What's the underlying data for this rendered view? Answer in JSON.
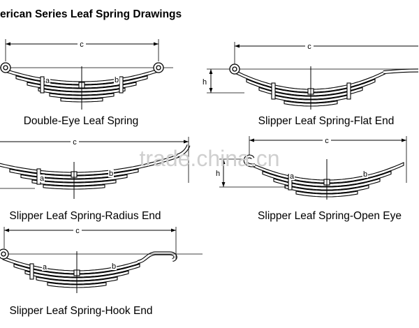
{
  "title": "erican Series Leaf Spring Drawings",
  "watermark": "trade.china.cn",
  "colors": {
    "line": "#000000",
    "watermark": "#cfcfcf",
    "background": "#ffffff"
  },
  "drawings": [
    {
      "caption": "Double-Eye Leaf Spring",
      "labels": {
        "c": "c",
        "a": "a",
        "b": "b"
      }
    },
    {
      "caption": "Slipper Leaf Spring-Flat End",
      "labels": {
        "c": "c",
        "h": "h"
      }
    },
    {
      "caption": "Slipper Leaf Spring-Radius End",
      "labels": {
        "c": "c",
        "a": "a",
        "b": "b"
      }
    },
    {
      "caption": "Slipper Leaf Spring-Open Eye",
      "labels": {
        "c": "c",
        "h": "h",
        "a": "a",
        "b": "b"
      }
    },
    {
      "caption": "Slipper Leaf Spring-Hook End",
      "labels": {
        "c": "c",
        "a": "a",
        "b": "b"
      }
    }
  ]
}
